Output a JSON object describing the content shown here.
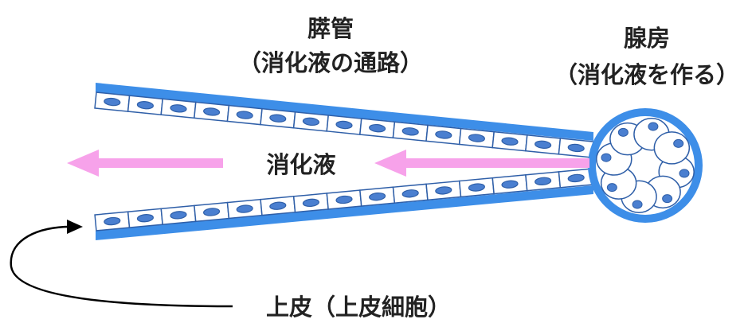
{
  "labels": {
    "duct_title": "膵管",
    "duct_sub": "（消化液の通路）",
    "acinus_title": "腺房",
    "acinus_sub": "（消化液を作る）",
    "flow": "消化液",
    "epithelium": "上皮（上皮細胞）"
  },
  "colors": {
    "wall": "#3d8ee8",
    "cell_border": "#2f5fa8",
    "cell_fill": "#ffffff",
    "nucleus_fill": "#4a7fd0",
    "flow_arrow": "#f7a2ea",
    "pointer": "#000000",
    "text": "#222222"
  }
}
